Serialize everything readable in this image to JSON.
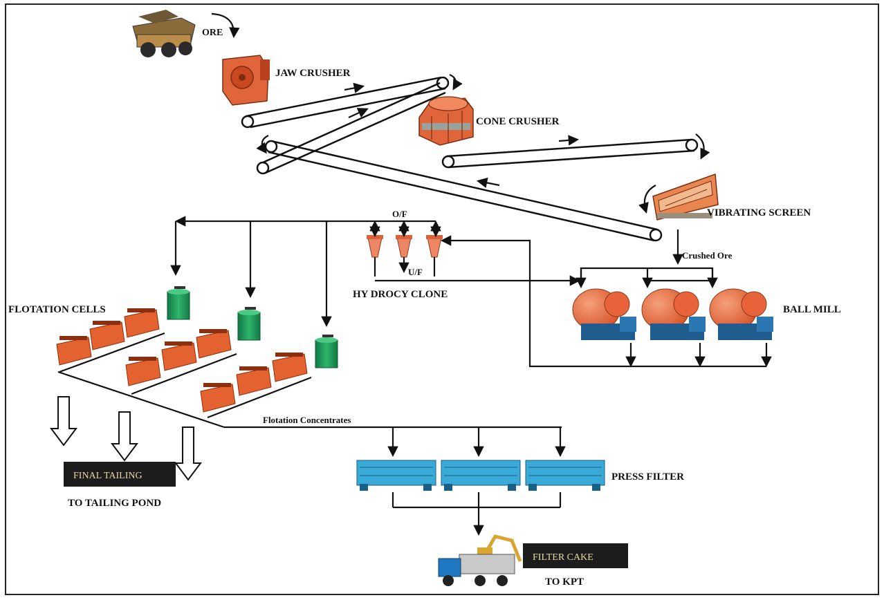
{
  "labels": {
    "ore": "ORE",
    "jaw_crusher": "JAW CRUSHER",
    "cone_crusher": "CONE CRUSHER",
    "vibrating_screen": "VIBRATING SCREEN",
    "crushed_ore": "Crushed Ore",
    "ball_mill": "BALL MILL",
    "overflow": "O/F",
    "underflow": "U/F",
    "hydrocyclone": "HY DROCY CLONE",
    "flotation_cells": "FLOTATION CELLS",
    "flotation_concentrates": "Flotation Concentrates",
    "final_tailing": "FINAL TAILING",
    "to_tailing_pond": "TO TAILING POND",
    "press_filter": "PRESS FILTER",
    "filter_cake": "FILTER CAKE",
    "to_kpt": "TO KPT"
  },
  "colors": {
    "equipment_orange": "#e0653a",
    "cell_orange": "#e4622f",
    "tank_green": "#1f9a5a",
    "mill_blue": "#1f5d8f",
    "filter_blue": "#39a9d8",
    "label_box": "#1c1c1c",
    "label_box_text": "#e8d9a8"
  }
}
